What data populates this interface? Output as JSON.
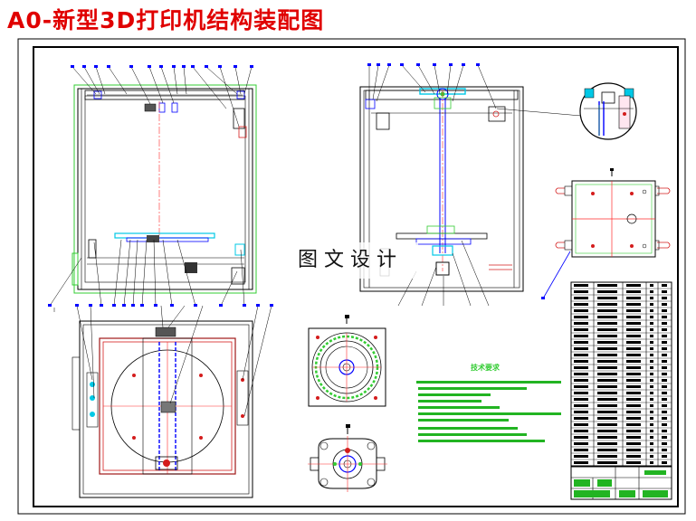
{
  "title": "A0-新型3D打印机结构装配图",
  "watermark": "图文设计",
  "tech_requirements_title": "技术要求",
  "colors": {
    "title": "#e00000",
    "frame": "#000000",
    "structure": "#33cc33",
    "center_line": "#ff2a2a",
    "accent_blue": "#0000ff",
    "accent_cyan": "#00c8e6",
    "part_red": "#d41c1c",
    "dark_red": "#a01818",
    "background": "#ffffff"
  },
  "views": [
    {
      "id": "front-view"
    },
    {
      "id": "side-view"
    },
    {
      "id": "top-view"
    },
    {
      "id": "detail-view"
    },
    {
      "id": "platform-view"
    },
    {
      "id": "bearing-top-view"
    },
    {
      "id": "bearing-side-view"
    }
  ]
}
